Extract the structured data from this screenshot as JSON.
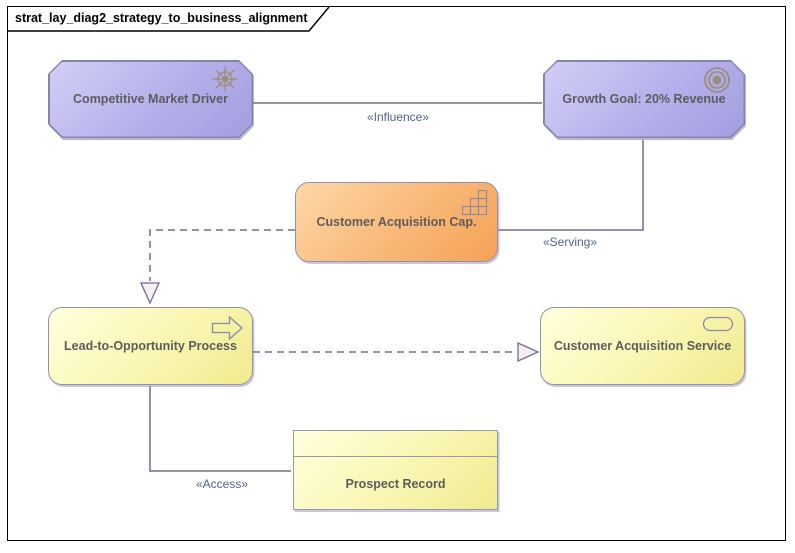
{
  "diagram": {
    "title": "strat_lay_diag2_strategy_to_business_alignment"
  },
  "nodes": [
    {
      "label": "Competitive Market Driver",
      "type": "driver",
      "icon": "ship-wheel-icon"
    },
    {
      "label": "Growth Goal: 20% Revenue",
      "type": "goal",
      "icon": "target-icon"
    },
    {
      "label": "Customer Acquisition Cap.",
      "type": "capability",
      "icon": "capability-grid-icon"
    },
    {
      "label": "Lead-to-Opportunity Process",
      "type": "process",
      "icon": "process-arrow-icon"
    },
    {
      "label": "Customer Acquisition Service",
      "type": "service",
      "icon": "service-pill-icon"
    },
    {
      "label": "Prospect Record",
      "type": "business-object",
      "icon": "none"
    }
  ],
  "connectors": [
    {
      "label": "«Influence»",
      "from": "Competitive Market Driver",
      "to": "Growth Goal: 20% Revenue",
      "line": "solid"
    },
    {
      "label": "«Serving»",
      "from": "Customer Acquisition Cap.",
      "to": "Growth Goal: 20% Revenue",
      "line": "solid"
    },
    {
      "label": "",
      "from": "Customer Acquisition Cap.",
      "to": "Lead-to-Opportunity Process",
      "line": "dashed-hollow-triangle"
    },
    {
      "label": "",
      "from": "Lead-to-Opportunity Process",
      "to": "Customer Acquisition Service",
      "line": "dashed-hollow-triangle"
    },
    {
      "label": "«Access»",
      "from": "Lead-to-Opportunity Process",
      "to": "Prospect Record",
      "line": "solid"
    }
  ],
  "colors": {
    "frame_border": "#000000",
    "strategy_fill_top": "#d2cef6",
    "strategy_fill_bottom": "#a39ee0",
    "capability_fill_top": "#fdd8a8",
    "capability_fill_bottom": "#f5a157",
    "business_fill_top": "#ffffdc",
    "business_fill_bottom": "#f0ea8e",
    "connector_line": "#6e6e8e",
    "stereotype_text": "#53638a",
    "node_text": "#5d5d5d",
    "strategy_icon": "#9c8c70",
    "business_icon": "#8a8aa8",
    "triangle_fill": "#f7eef2"
  }
}
